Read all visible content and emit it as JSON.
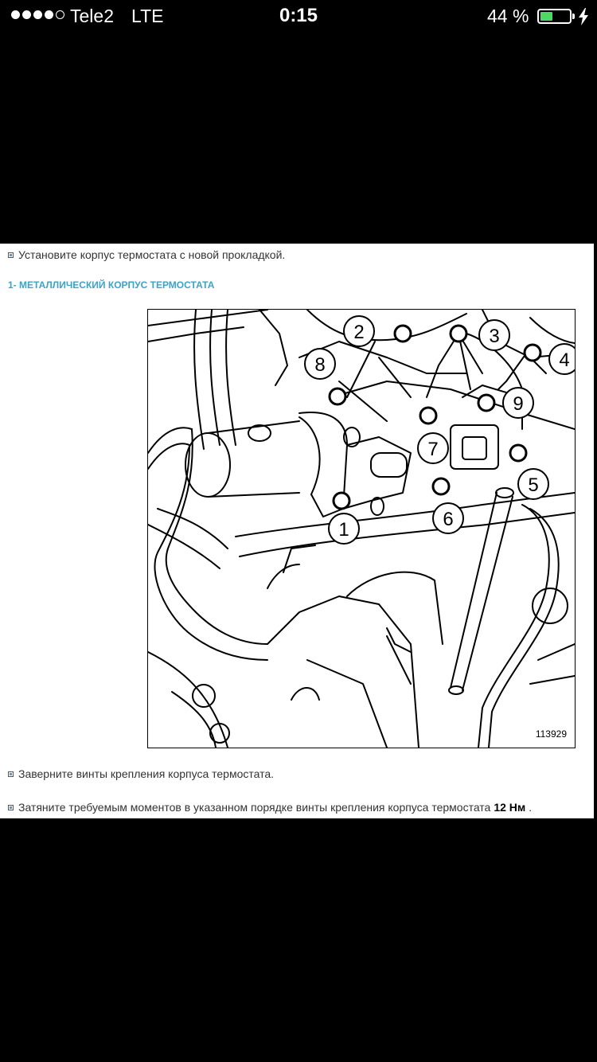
{
  "status_bar": {
    "carrier": "Tele2",
    "network": "LTE",
    "time": "0:15",
    "battery_percent": "44 %",
    "battery_level": 0.44,
    "battery_color": "#4cd964"
  },
  "document": {
    "step1": "Установите корпус термостата с новой прокладкой.",
    "section_title": "1- МЕТАЛЛИЧЕСКИЙ КОРПУС ТЕРМОСТАТА",
    "figure_id": "113929",
    "callouts": [
      "1",
      "2",
      "3",
      "4",
      "5",
      "6",
      "7",
      "8",
      "9"
    ],
    "step2": "Заверните винты крепления корпуса термостата.",
    "step3": "Затяните требуемым моментов в указанном порядке винты крепления корпуса термостата",
    "torque": "12 Нм",
    "step3_end": ".",
    "title_color": "#3aa3c9"
  }
}
